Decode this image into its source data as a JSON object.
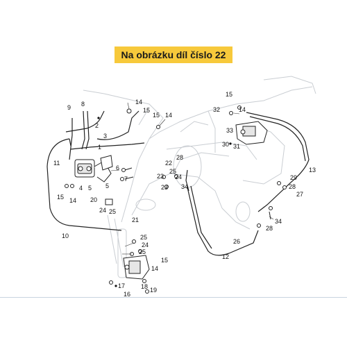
{
  "banner": {
    "text": "Na obrázku díl číslo 22"
  },
  "part_numbers": [
    "1",
    "2",
    "3",
    "4",
    "5",
    "6",
    "7",
    "8",
    "9",
    "10",
    "11",
    "12",
    "13",
    "14",
    "15",
    "16",
    "17",
    "18",
    "19",
    "20",
    "21",
    "22",
    "23",
    "24",
    "25",
    "26",
    "27",
    "28",
    "29",
    "30",
    "31",
    "32",
    "33",
    "34"
  ],
  "colors": {
    "banner": "#f7c93b",
    "line": "#222222",
    "ghost": "#c9cdd2"
  }
}
